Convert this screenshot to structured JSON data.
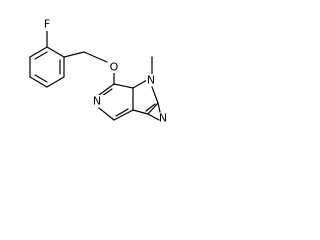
{
  "molecule": {
    "atoms": {
      "fluorine": "F",
      "oxygen": "O",
      "nitrogen_pyridine": "N",
      "nitrogen_methyl": "N",
      "nitrogen_imidazole": "N"
    }
  }
}
